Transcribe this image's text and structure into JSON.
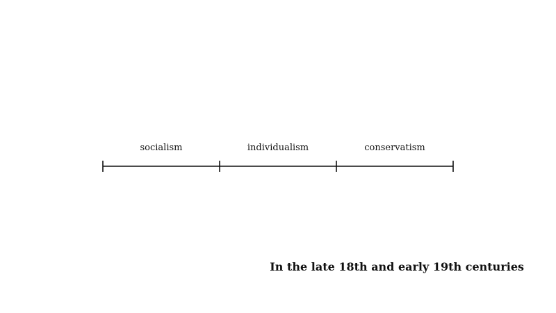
{
  "diagram": {
    "segments": [
      {
        "label": "socialism"
      },
      {
        "label": "individualism"
      },
      {
        "label": "conservatism"
      }
    ],
    "caption": "In the late 18th and early 19th centuries",
    "line_color": "#111111"
  }
}
